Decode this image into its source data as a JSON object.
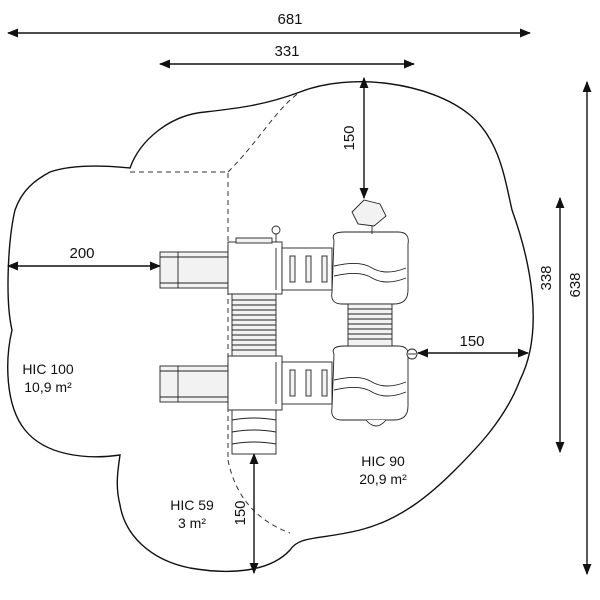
{
  "dimensions": {
    "overall_width": "681",
    "upper_width": "331",
    "top_clearance": "150",
    "left_clearance": "200",
    "right_clearance": "150",
    "bottom_clearance": "150",
    "inner_height": "338",
    "overall_height": "638"
  },
  "zones": {
    "left": {
      "hic": "HIC 100",
      "area": "10,9 m²"
    },
    "bottom": {
      "hic": "HIC 59",
      "area": "3 m²"
    },
    "right": {
      "hic": "HIC 90",
      "area": "20,9 m²"
    }
  }
}
